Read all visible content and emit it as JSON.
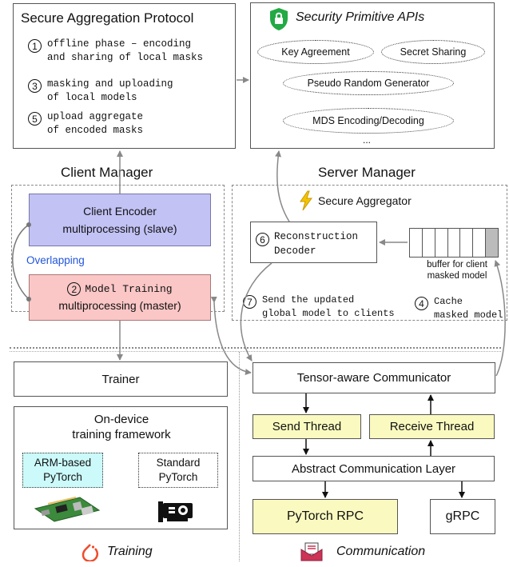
{
  "protocol": {
    "title": "Secure Aggregation Protocol",
    "steps": [
      {
        "num": "1",
        "text": "offline phase – encoding\nand sharing of local masks"
      },
      {
        "num": "3",
        "text": "masking and uploading\nof local models"
      },
      {
        "num": "5",
        "text": "upload aggregate\nof encoded masks"
      }
    ]
  },
  "apis": {
    "title": "Security Primitive APIs",
    "items": [
      "Key Agreement",
      "Secret Sharing",
      "Pseudo Random Generator",
      "MDS Encoding/Decoding"
    ],
    "ellipsis": "..."
  },
  "client_manager": {
    "title": "Client Manager",
    "encoder": {
      "line1": "Client Encoder",
      "line2": "multiprocessing (slave)"
    },
    "overlapping": "Overlapping",
    "training": {
      "num": "2",
      "line1": "Model Training",
      "line2": "multiprocessing (master)"
    }
  },
  "server_manager": {
    "title": "Server Manager",
    "aggregator": "Secure Aggregator",
    "reconstruction": {
      "num": "6",
      "line1": "Reconstruction",
      "line2": "Decoder"
    },
    "buffer_label": "buffer for client\nmasked model",
    "step7": {
      "num": "7",
      "text": "Send the updated\nglobal model to clients"
    },
    "step4": {
      "num": "4",
      "text": "Cache\nmasked model"
    }
  },
  "training_side": {
    "trainer": "Trainer",
    "framework_title": "On-device\ntraining framework",
    "arm": "ARM-based\nPyTorch",
    "standard": "Standard\nPyTorch",
    "footer": "Training"
  },
  "comm_side": {
    "communicator": "Tensor-aware Communicator",
    "send": "Send Thread",
    "receive": "Receive Thread",
    "abstract": "Abstract Communication Layer",
    "pytorch_rpc": "PyTorch RPC",
    "grpc": "gRPC",
    "footer": "Communication"
  },
  "colors": {
    "encoder_fill": "#c2c2f5",
    "training_fill": "#fac6c6",
    "thread_fill": "#fafac0",
    "arm_fill": "#ccfafa",
    "overlap_text": "#2255dd",
    "shield": "#22aa44",
    "lightning": "#f5c400",
    "training_logo": "#ee4c2c",
    "mail": "#cc3355"
  }
}
